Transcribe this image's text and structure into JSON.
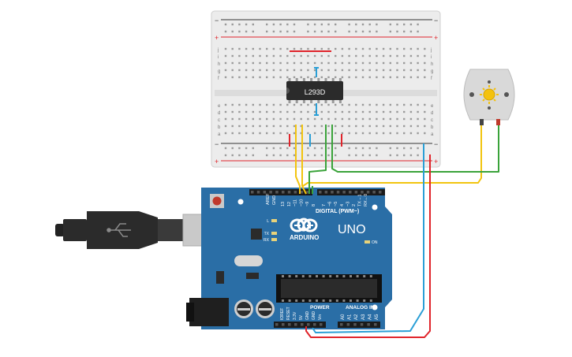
{
  "breadboard": {
    "rail_minus": "−",
    "rail_plus": "+",
    "row_letters_top": [
      "j",
      "i",
      "h",
      "g",
      "f"
    ],
    "row_letters_bottom": [
      "e",
      "d",
      "c",
      "b",
      "a"
    ]
  },
  "ic": {
    "label": "L293D"
  },
  "arduino": {
    "logo_text": "ARDUINO",
    "model": "UNO",
    "digital_header": "DIGITAL (PWM~)",
    "aref": "AREF",
    "gnd": "GND",
    "pins_digital": [
      "13",
      "12",
      "~11",
      "~10",
      "~9",
      "8",
      "7",
      "~6",
      "~5",
      "4",
      "~3",
      "2",
      "TX→1",
      "RX←0"
    ],
    "led_l": "L",
    "led_tx": "TX",
    "led_rx": "RX",
    "on_label": "ON",
    "power_header": "POWER",
    "analog_header": "ANALOG IN",
    "power_pins": [
      "IOREF",
      "RESET",
      "3.3V",
      "5V",
      "GND",
      "GND",
      "Vin"
    ],
    "analog_pins": [
      "A0",
      "A1",
      "A2",
      "A3",
      "A4",
      "A5"
    ]
  },
  "colors": {
    "red_wire": "#e0242b",
    "yellow_wire": "#f2c40f",
    "green_wire": "#3aa33a",
    "blue_wire": "#2a9fd6",
    "arduino_board": "#2a6ea6",
    "breadboard": "#ebebeb"
  }
}
